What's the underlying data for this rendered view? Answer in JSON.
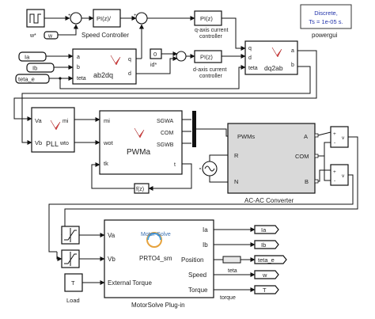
{
  "blocks": {
    "ref_speed": "w*",
    "speed_feedback": "w",
    "speed_controller": "Speed Controller",
    "pi_label": "PI(z)",
    "pi_z_label": "PI(z)/",
    "q_controller": "q-axis current controller",
    "q_controller_l1": "q-axis current",
    "q_controller_l2": "controller",
    "d_controller_l1": "d-axis current",
    "d_controller_l2": "controller",
    "zero": "0",
    "id_ref": "id*",
    "ab2dq": "ab2dq",
    "dq2ab": "dq2ab",
    "powergui_top": "Discrete,",
    "powergui_bottom": "Ts = 1e-05 s.",
    "powergui_name": "powergui",
    "ia": "Ia",
    "ib": "Ib",
    "teta": "teta_e",
    "pll": "PLL",
    "pwma": "PWMa",
    "fz": "f(z)",
    "acac": "AC-AC Converter",
    "motorsolve": "MotorSolve Plug-in",
    "motor_logo": "Motor-Solve",
    "motor_sub": "PRTO4_sm",
    "load": "Load",
    "load_T": "T",
    "teta_lbl": "teta",
    "torque_lbl": "torque",
    "w_lbl": "w",
    "T_lbl": "T"
  },
  "ports": {
    "ab2dq_in": [
      "a",
      "b",
      "teta"
    ],
    "ab2dq_out": [
      "q",
      "d"
    ],
    "dq2ab_in": [
      "q",
      "d",
      "teta"
    ],
    "dq2ab_out": [
      "a",
      "b"
    ],
    "pll_in": [
      "Va",
      "Vb"
    ],
    "pll_out": [
      "mi",
      "wto"
    ],
    "pwma_in": [
      "mi",
      "wot",
      "tk"
    ],
    "pwma_out": [
      "SGWA",
      "COM",
      "SGWB",
      "t"
    ],
    "acac_in": [
      "PWMs",
      "R",
      "N"
    ],
    "acac_out": [
      "A",
      "COM",
      "B"
    ],
    "motor_in": [
      "Va",
      "Vb",
      "External Torque"
    ],
    "motor_out": [
      "Ia",
      "Ib",
      "Position",
      "Speed",
      "Torque"
    ]
  },
  "inputs": {
    "ia": "Ia",
    "ib": "Ib",
    "teta": "teta_e"
  },
  "outputs": [
    "Ia",
    "Ib",
    "teta_e",
    "w",
    "T"
  ]
}
